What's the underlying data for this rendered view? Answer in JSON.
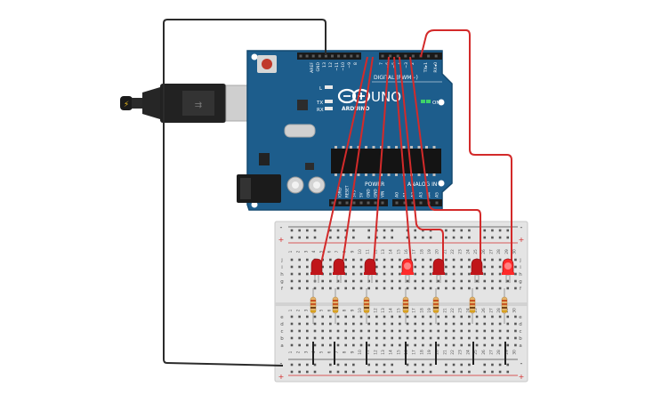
{
  "arduino": {
    "brand": "ARDUINO",
    "model": "UNO",
    "digital_label": "DIGITAL (PWM~)",
    "power_label": "POWER",
    "analog_label": "ANALOG IN",
    "on_label": "ON",
    "l_label": "L",
    "tx_label": "TX",
    "rx_label": "RX",
    "header_top_labels": [
      "AREF",
      "GND",
      "13",
      "12",
      "~11",
      "~10",
      "~9",
      "8",
      "7",
      "~6",
      "~5",
      "4",
      "~3",
      "2",
      "TX▸1",
      "RX◂0"
    ],
    "header_power_labels": [
      "IOREF",
      "RESET",
      "3V3",
      "5V",
      "GND",
      "GND",
      "VIN"
    ],
    "header_analog_labels": [
      "A0",
      "A1",
      "A2",
      "A3",
      "A4",
      "A5"
    ]
  },
  "breadboard": {
    "columns": [
      "1",
      "2",
      "3",
      "4",
      "5",
      "6",
      "7",
      "8",
      "9",
      "10",
      "11",
      "12",
      "13",
      "14",
      "15",
      "16",
      "17",
      "18",
      "19",
      "20",
      "21",
      "22",
      "23",
      "24",
      "25",
      "26",
      "27",
      "28",
      "29",
      "30"
    ],
    "rows_top": [
      "j",
      "i",
      "h",
      "g",
      "f"
    ],
    "rows_bottom": [
      "e",
      "d",
      "c",
      "b",
      "a"
    ],
    "rail_plus": "+",
    "rail_minus": "-"
  },
  "colors": {
    "board": "#1d5d8c",
    "board_dark": "#154a70",
    "wire_red": "#d32a2a",
    "wire_black": "#2b2b2b",
    "led_red": "#c0151a",
    "led_lit": "#ff2a2a",
    "breadboard": "#e4e4e4"
  },
  "components": {
    "leds": [
      {
        "id": "led1",
        "lit": false
      },
      {
        "id": "led2",
        "lit": false
      },
      {
        "id": "led3",
        "lit": false
      },
      {
        "id": "led4",
        "lit": true
      },
      {
        "id": "led5",
        "lit": false
      },
      {
        "id": "led6",
        "lit": false
      },
      {
        "id": "led7",
        "lit": true
      }
    ],
    "resistor_count": 7,
    "usb_cable_icon": "usb-plug-icon"
  }
}
